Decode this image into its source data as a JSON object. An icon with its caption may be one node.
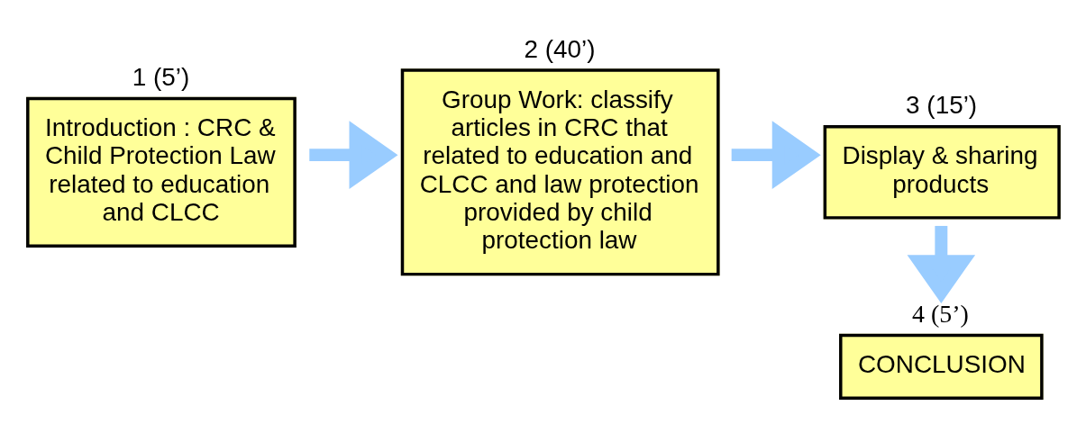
{
  "diagram": {
    "nodes": [
      {
        "text": [
          "Introduction : CRC & Child Protection Law related to education and CLCC"
        ],
        "beside": [
          "1 (5’)"
        ]
      },
      {
        "text": [
          "Group Work: classify articles in CRC that related to education and CLCC and law protection provided by child protection law"
        ],
        "beside": [
          "2 (40’)"
        ]
      },
      {
        "text": [
          "Display & sharing products"
        ],
        "beside": [
          "3 (15’)"
        ]
      },
      {
        "text": [
          "CONCLUSION"
        ],
        "beside": [
          "4 (5’)"
        ]
      }
    ],
    "edges": [
      {
        "from": 0,
        "to": 1,
        "arrow": "to"
      },
      {
        "from": 1,
        "to": 2,
        "arrow": "to"
      },
      {
        "from": 2,
        "to": 3,
        "arrow": "to"
      }
    ]
  }
}
